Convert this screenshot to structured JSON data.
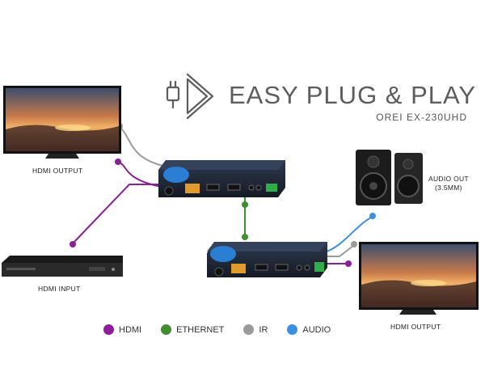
{
  "title": "EASY PLUG & PLAY",
  "model": "OREI EX-230UHD",
  "labels": {
    "hdmi_output_top": "HDMI OUTPUT",
    "hdmi_input": "HDMI INPUT",
    "audio_out": "AUDIO OUT",
    "audio_out_sub": "(3.5MM)",
    "hdmi_output_bottom": "HDMI OUTPUT"
  },
  "legend": [
    {
      "label": "HDMI",
      "color": "#8b1f99"
    },
    {
      "label": "ETHERNET",
      "color": "#3f8f2f"
    },
    {
      "label": "IR",
      "color": "#9a9a9a"
    },
    {
      "label": "AUDIO",
      "color": "#3b8fe0"
    }
  ],
  "icons": [
    "plug-play-icon",
    "tv-icon",
    "dvd-player-icon",
    "speaker-icon",
    "extender-icon"
  ]
}
